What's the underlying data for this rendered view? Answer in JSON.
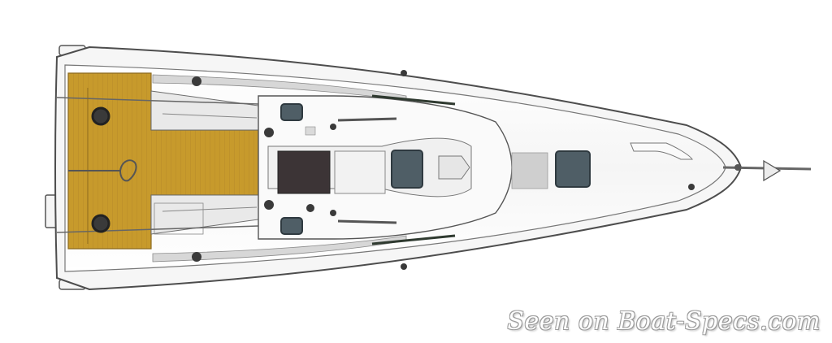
{
  "diagram": {
    "kind": "sailboat-deck-plan",
    "view": "top-down",
    "colors": {
      "deck_teak": "#c79a2c",
      "teak_grain": "#b7892a",
      "hull_fill": "#f3f3f3",
      "hull_outline": "#555555",
      "hatch_window": "#4f5e66",
      "companionway": "#3c3436",
      "fitting": "#3a3a3a",
      "deck_shadow": "#d9d9d9"
    }
  },
  "watermark": {
    "text": "Seen on Boat-Specs.com"
  }
}
